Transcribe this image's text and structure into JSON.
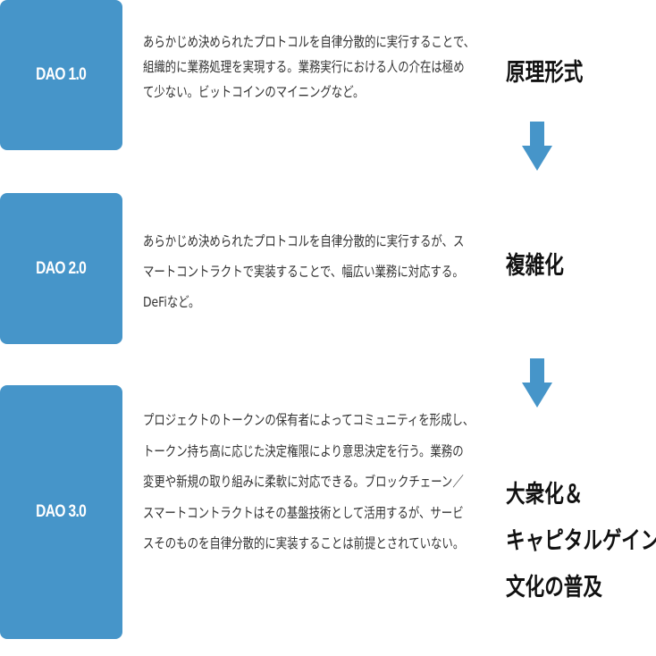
{
  "colors": {
    "box_fill": "#4695C9",
    "box_text": "#FFFFFF",
    "desc_text": "#333333",
    "summary_text": "#111111",
    "arrow_fill": "#4695C9"
  },
  "stages": [
    {
      "label": "DAO 1.0",
      "description_lines": [
        "あらかじめ決められたプロトコルを自律分散的に実行することで、",
        "組織的に業務処理を実現する。業務実行における人の介在は極め",
        "て少ない。ビットコインのマイニングなど。"
      ],
      "summary_lines": [
        "原理形式"
      ]
    },
    {
      "label": "DAO 2.0",
      "description_lines": [
        "あらかじめ決められたプロトコルを自律分散的に実行するが、ス",
        "マートコントラクトで実装することで、幅広い業務に対応する。",
        "DeFiなど。"
      ],
      "summary_lines": [
        "複雑化"
      ]
    },
    {
      "label": "DAO 3.0",
      "description_lines": [
        "プロジェクトのトークンの保有者によってコミュニティを形成し、",
        "トークン持ち高に応じた決定権限により意思決定を行う。業務の",
        "変更や新規の取り組みに柔軟に対応できる。ブロックチェーン／",
        "スマートコントラクトはその基盤技術として活用するが、サービ",
        "スそのものを自律分散的に実装することは前提とされていない。"
      ],
      "summary_lines": [
        "大衆化＆",
        "キャピタルゲイン",
        "文化の普及"
      ]
    }
  ],
  "arrows": [
    {
      "icon": "down-arrow-icon"
    },
    {
      "icon": "down-arrow-icon"
    }
  ]
}
